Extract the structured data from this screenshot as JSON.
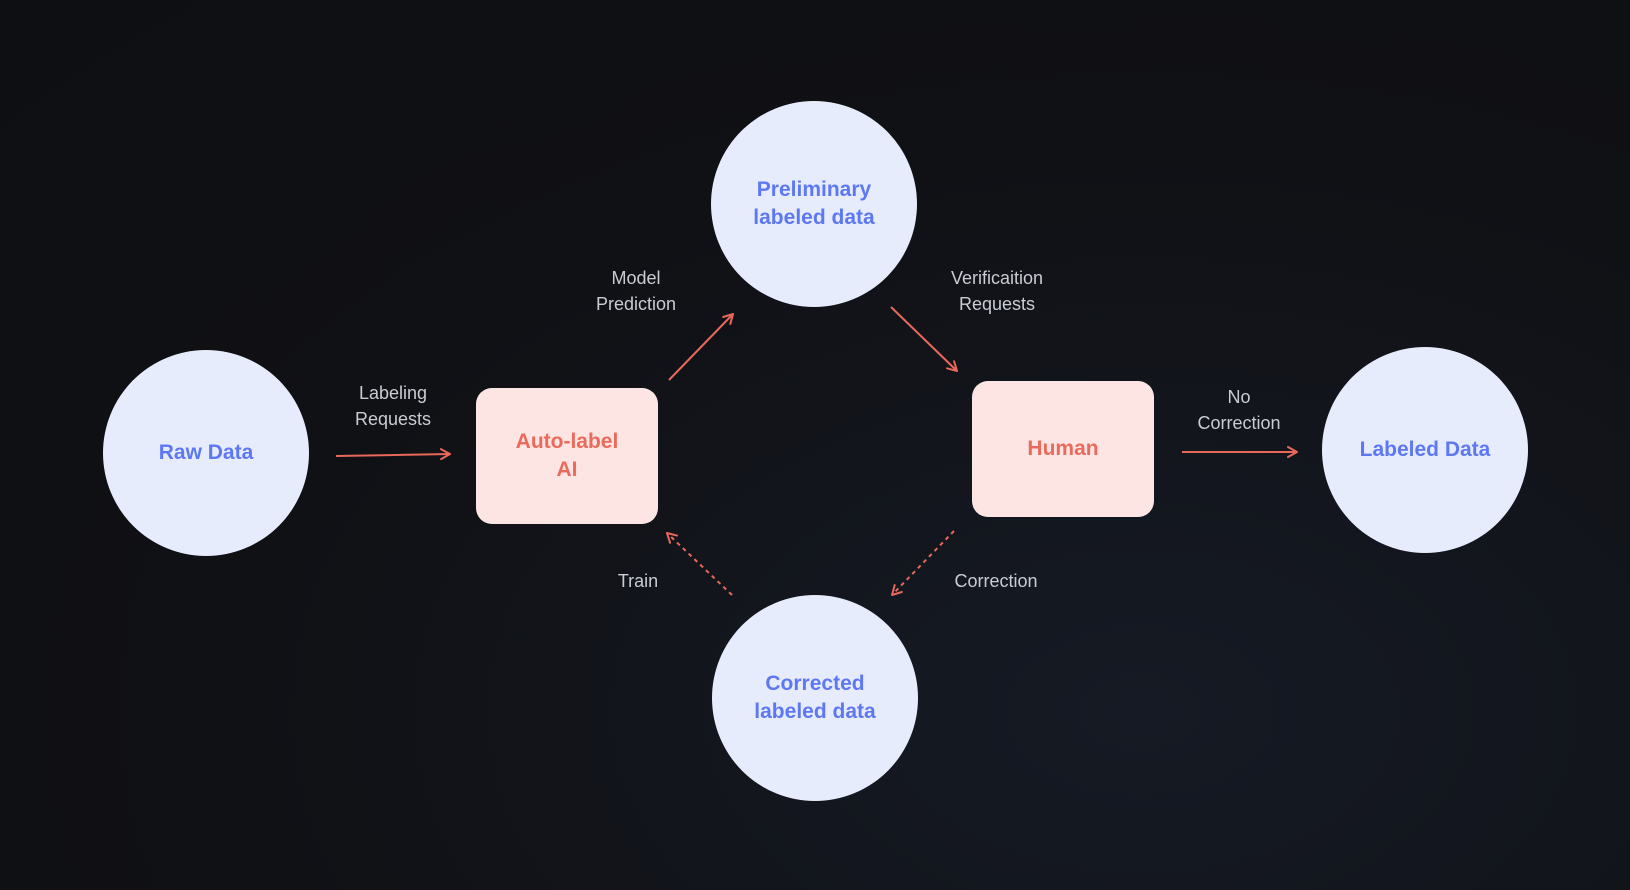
{
  "colors": {
    "background": "#101115",
    "circle_fill": "#e7ecfd",
    "circle_text": "#5d78f2",
    "box_fill": "#fde5e3",
    "box_text": "#ea6a5b",
    "arrow": "#e8685a",
    "label_text": "#c9ccd4"
  },
  "nodes": {
    "raw_data": "Raw Data",
    "auto_label_ai": "Auto-label AI",
    "preliminary": "Preliminary labeled data",
    "human": "Human",
    "corrected": "Corrected labeled data",
    "labeled_data": "Labeled Data"
  },
  "edges": {
    "labeling_requests": "Labeling\nRequests",
    "model_prediction": "Model\nPrediction",
    "verification_requests": "Verificaition\nRequests",
    "no_correction": "No\nCorrection",
    "correction": "Correction",
    "train": "Train"
  }
}
